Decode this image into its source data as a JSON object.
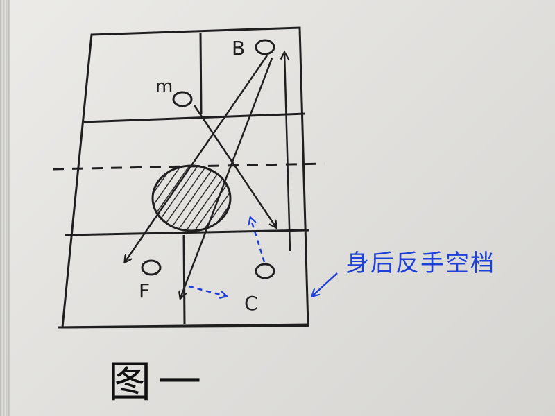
{
  "players": {
    "b": "B",
    "m": "m",
    "f": "F",
    "c": "C"
  },
  "caption": "图一",
  "note": "身后反手空档",
  "colors": {
    "ink": "#1f1f1f",
    "blue_ink": "#1e40d8",
    "paper": "#e6e5e2"
  }
}
